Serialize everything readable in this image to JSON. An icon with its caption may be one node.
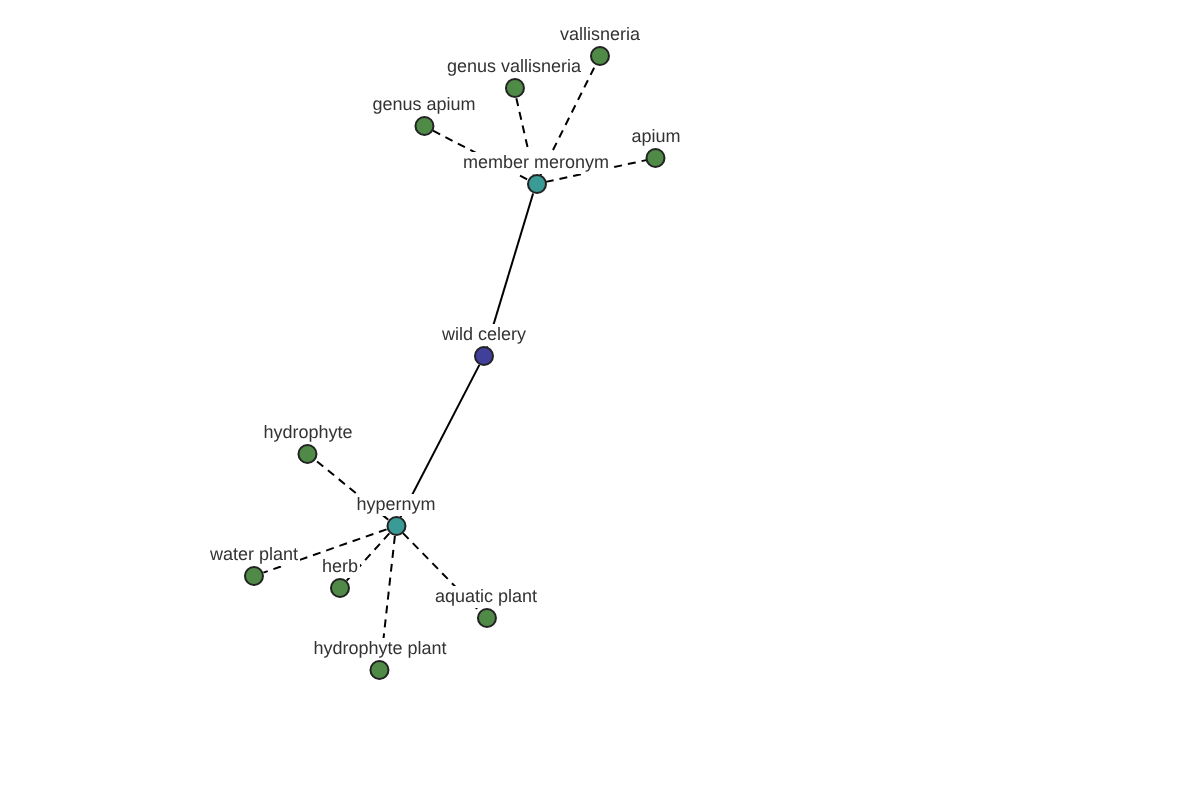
{
  "diagram": {
    "nodes": [
      {
        "text": [
          "wild celery"
        ]
      },
      {
        "text": [
          "member meronym"
        ]
      },
      {
        "text": [
          "genus apium"
        ]
      },
      {
        "text": [
          "genus vallisneria"
        ]
      },
      {
        "text": [
          "vallisneria"
        ]
      },
      {
        "text": [
          "apium"
        ]
      },
      {
        "text": [
          "hypernym"
        ]
      },
      {
        "text": [
          "hydrophyte"
        ]
      },
      {
        "text": [
          "water plant"
        ]
      },
      {
        "text": [
          "herb"
        ]
      },
      {
        "text": [
          "aquatic plant"
        ]
      },
      {
        "text": [
          "hydrophyte plant"
        ]
      }
    ],
    "edges": [
      {
        "from": 0,
        "to": 1,
        "arrow": "none"
      },
      {
        "from": 0,
        "to": 6,
        "arrow": "none"
      },
      {
        "from": 1,
        "to": 2,
        "arrow": "none",
        "style": "dashed"
      },
      {
        "from": 1,
        "to": 3,
        "arrow": "none",
        "style": "dashed"
      },
      {
        "from": 1,
        "to": 4,
        "arrow": "none",
        "style": "dashed"
      },
      {
        "from": 1,
        "to": 5,
        "arrow": "none",
        "style": "dashed"
      },
      {
        "from": 6,
        "to": 7,
        "arrow": "none",
        "style": "dashed"
      },
      {
        "from": 6,
        "to": 8,
        "arrow": "none",
        "style": "dashed"
      },
      {
        "from": 6,
        "to": 9,
        "arrow": "none",
        "style": "dashed"
      },
      {
        "from": 6,
        "to": 10,
        "arrow": "none",
        "style": "dashed"
      },
      {
        "from": 6,
        "to": 11,
        "arrow": "none",
        "style": "dashed"
      }
    ]
  }
}
